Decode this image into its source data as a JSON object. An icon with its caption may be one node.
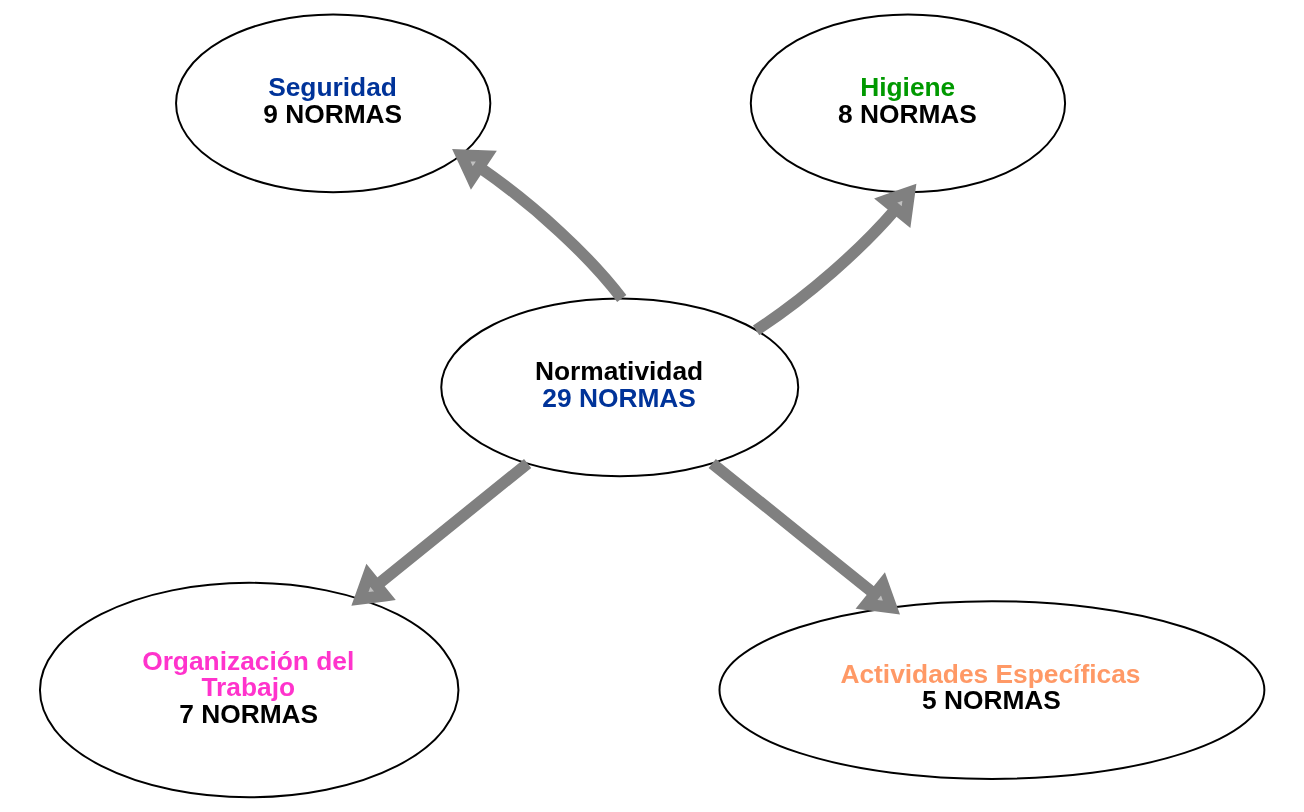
{
  "diagram": {
    "nodes": [
      {
        "text": [
          "Seguridad",
          "9 NORMAS"
        ]
      },
      {
        "text": [
          "Higiene",
          "8 NORMAS"
        ]
      },
      {
        "text": [
          "Normatividad",
          "29 NORMAS"
        ]
      },
      {
        "text": [
          "Organización del Trabajo",
          "7 NORMAS"
        ]
      },
      {
        "text": [
          "Actividades Específicas",
          "5 NORMAS"
        ]
      }
    ],
    "edges": [
      {
        "from": 2,
        "to": 0,
        "arrow": "to"
      },
      {
        "from": 2,
        "to": 1,
        "arrow": "to"
      },
      {
        "from": 2,
        "to": 3,
        "arrow": "to"
      },
      {
        "from": 2,
        "to": 4,
        "arrow": "to"
      }
    ]
  }
}
